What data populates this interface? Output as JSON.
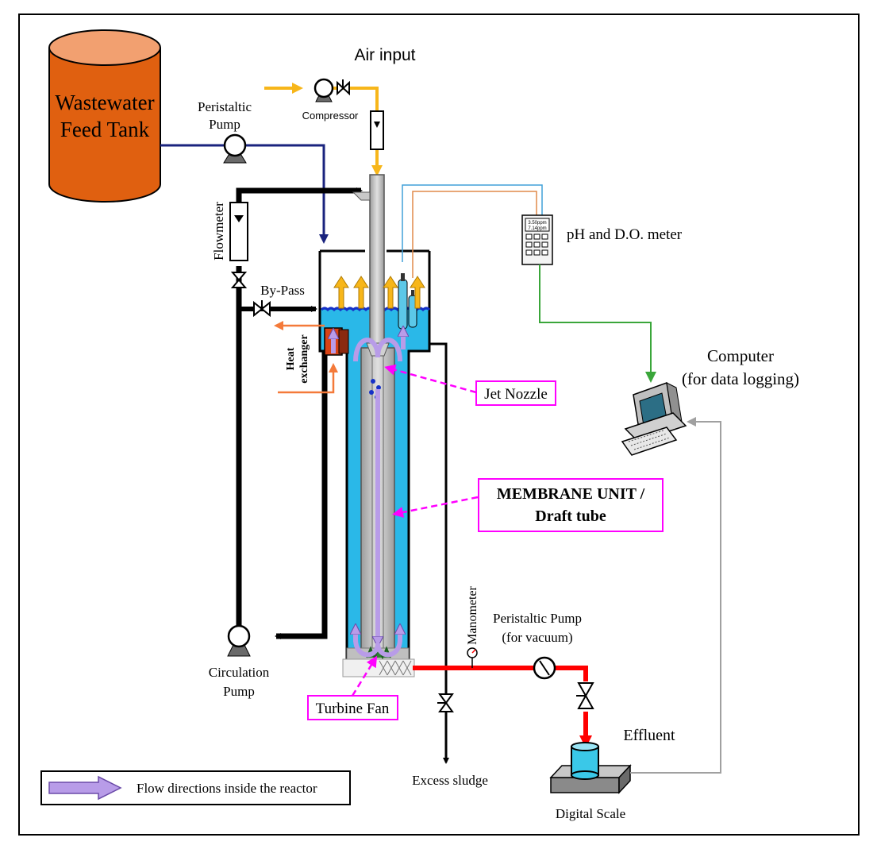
{
  "labels": {
    "tank_line1": "Wastewater",
    "tank_line2": "Feed Tank",
    "air_input": "Air input",
    "compressor": "Compressor",
    "peristaltic_pump_line1": "Peristaltic",
    "peristaltic_pump_line2": "Pump",
    "flowmeter": "Flowmeter",
    "by_pass": "By-Pass",
    "heat_exchanger_line1": "Heat",
    "heat_exchanger_line2": "exchanger",
    "ph_do_meter": "pH and D.O. meter",
    "meter_display_line1": "3.50ppm",
    "meter_display_line2": "7.14ppm",
    "computer_line1": "Computer",
    "computer_line2": "(for data logging)",
    "jet_nozzle": "Jet Nozzle",
    "membrane_line1": "MEMBRANE UNIT /",
    "membrane_line2": "Draft tube",
    "manometer": "Manometer",
    "vacuum_pump_line1": "Peristaltic Pump",
    "vacuum_pump_line2": "(for vacuum)",
    "circulation_pump_line1": "Circulation",
    "circulation_pump_line2": "Pump",
    "turbine_fan": "Turbine Fan",
    "effluent": "Effluent",
    "excess_sludge": "Excess sludge",
    "digital_scale": "Digital Scale",
    "legend": "Flow directions inside the reactor"
  },
  "colors": {
    "feed_line": "#1a237e",
    "air_line": "#f7b61a",
    "circulation_line": "#000000",
    "effluent_line": "#ff0000",
    "data_line": "#3aa63a",
    "signal_line": "#a0a0a0",
    "heat_line": "#f47a3a",
    "reactor_water": "#2ab8e8",
    "tank_body": "#e06010",
    "tank_top": "#f2a070",
    "callout": "#ff00ff",
    "inner_flow": "#b89ce8"
  }
}
